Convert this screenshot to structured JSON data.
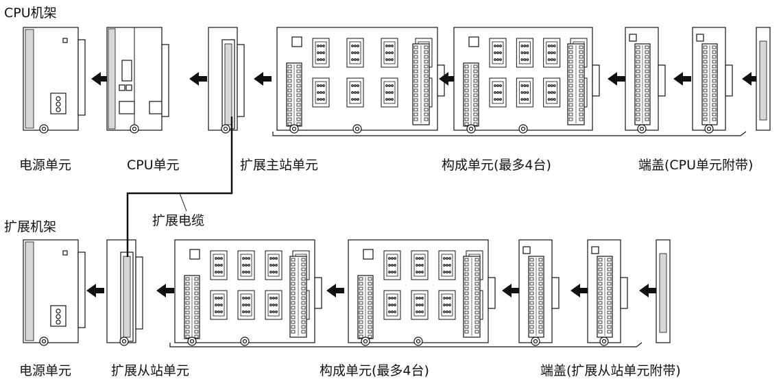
{
  "cpu_rack": {
    "title": "CPU机架",
    "labels": {
      "power_unit": "电源单元",
      "cpu_unit": "CPU单元",
      "expansion_master": "扩展主站单元",
      "config_units": "构成单元(最多4台)",
      "end_cover": "端盖(CPU单元附带)"
    }
  },
  "expansion_cable": {
    "label": "扩展电缆"
  },
  "expansion_rack": {
    "title": "扩展机架",
    "labels": {
      "power_unit": "电源单元",
      "expansion_slave": "扩展从站单元",
      "config_units": "构成单元(最多4台)",
      "end_cover": "端盖(扩展从站单元附带)"
    }
  },
  "colors": {
    "line": "#111111",
    "fill": "#ffffff",
    "shade": "#d8d8d8"
  }
}
